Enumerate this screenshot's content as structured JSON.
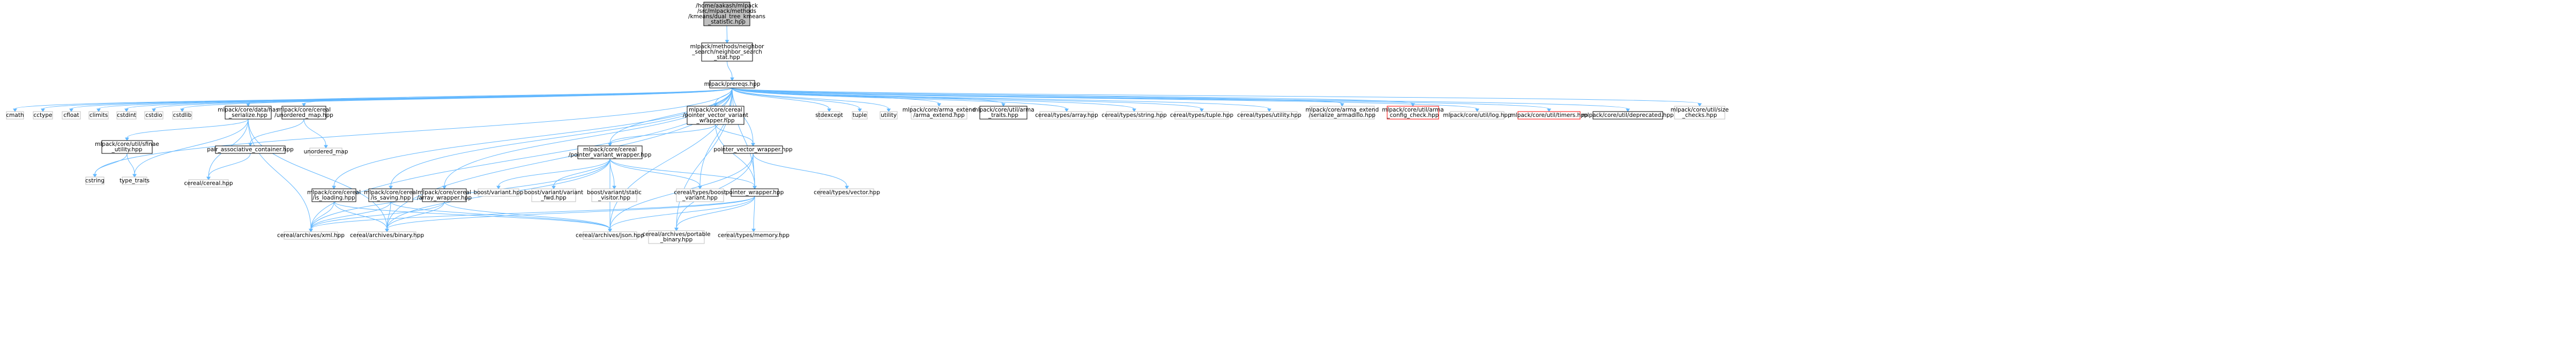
{
  "colors": {
    "root_fill": "#bfbfbf",
    "node_fill": "#ffffff",
    "border_documented": "#000000",
    "border_external": "#bfbfbf",
    "border_missing": "#ff0000",
    "edge": "#63b8ff"
  },
  "nodes": [
    {
      "id": "n_root",
      "lines": [
        "/home/aakash/mlpack",
        "/src/mlpack/methods",
        "/kmeans/dual_tree_kmeans",
        "_statistic.hpp"
      ],
      "style": "root"
    },
    {
      "id": "n_ns_stat",
      "lines": [
        "mlpack/methods/neighbor",
        "_search/neighbor_search",
        "_stat.hpp"
      ],
      "style": "documented"
    },
    {
      "id": "n_prereqs",
      "lines": [
        "mlpack/prereqs.hpp"
      ],
      "style": "documented"
    },
    {
      "id": "n_cmath",
      "lines": [
        "cmath"
      ],
      "style": "external"
    },
    {
      "id": "n_cctype",
      "lines": [
        "cctype"
      ],
      "style": "external"
    },
    {
      "id": "n_cfloat",
      "lines": [
        "cfloat"
      ],
      "style": "external"
    },
    {
      "id": "n_climits",
      "lines": [
        "climits"
      ],
      "style": "external"
    },
    {
      "id": "n_cstdint",
      "lines": [
        "cstdint"
      ],
      "style": "external"
    },
    {
      "id": "n_cstdio",
      "lines": [
        "cstdio"
      ],
      "style": "external"
    },
    {
      "id": "n_cstdlib",
      "lines": [
        "cstdlib"
      ],
      "style": "external"
    },
    {
      "id": "n_data_has_serialize",
      "lines": [
        "mlpack/core/data/has",
        "_serialize.hpp"
      ],
      "style": "documented"
    },
    {
      "id": "n_cereal_umap",
      "lines": [
        "mlpack/core/cereal",
        "/unordered_map.hpp"
      ],
      "style": "documented"
    },
    {
      "id": "n_ptr_vec_variant",
      "lines": [
        "mlpack/core/cereal",
        "/pointer_vector_variant",
        "_wrapper.hpp"
      ],
      "style": "documented"
    },
    {
      "id": "n_stdexcept",
      "lines": [
        "stdexcept"
      ],
      "style": "external"
    },
    {
      "id": "n_tuple",
      "lines": [
        "tuple"
      ],
      "style": "external"
    },
    {
      "id": "n_utility",
      "lines": [
        "utility"
      ],
      "style": "external"
    },
    {
      "id": "n_arma_extend",
      "lines": [
        "mlpack/core/arma_extend",
        "/arma_extend.hpp"
      ],
      "style": "external"
    },
    {
      "id": "n_arma_traits",
      "lines": [
        "mlpack/core/util/arma",
        "_traits.hpp"
      ],
      "style": "documented"
    },
    {
      "id": "n_ct_array",
      "lines": [
        "cereal/types/array.hpp"
      ],
      "style": "external"
    },
    {
      "id": "n_ct_string",
      "lines": [
        "cereal/types/string.hpp"
      ],
      "style": "external"
    },
    {
      "id": "n_ct_tuple",
      "lines": [
        "cereal/types/tuple.hpp"
      ],
      "style": "external"
    },
    {
      "id": "n_ct_utility",
      "lines": [
        "cereal/types/utility.hpp"
      ],
      "style": "external"
    },
    {
      "id": "n_serialize_armadillo",
      "lines": [
        "mlpack/core/arma_extend",
        "/serialize_armadillo.hpp"
      ],
      "style": "external"
    },
    {
      "id": "n_arma_config_check",
      "lines": [
        "mlpack/core/util/arma",
        "_config_check.hpp"
      ],
      "style": "missing"
    },
    {
      "id": "n_log",
      "lines": [
        "mlpack/core/util/log.hpp"
      ],
      "style": "external"
    },
    {
      "id": "n_timers",
      "lines": [
        "mlpack/core/util/timers.hpp"
      ],
      "style": "missing"
    },
    {
      "id": "n_deprecated",
      "lines": [
        "mlpack/core/util/deprecated.hpp"
      ],
      "style": "documented"
    },
    {
      "id": "n_size_checks",
      "lines": [
        "mlpack/core/util/size",
        "_checks.hpp"
      ],
      "style": "external"
    },
    {
      "id": "n_sfinae",
      "lines": [
        "mlpack/core/util/sfinae",
        "_utility.hpp"
      ],
      "style": "documented"
    },
    {
      "id": "n_pair_assoc",
      "lines": [
        "pair_associative_container.hpp"
      ],
      "style": "documented"
    },
    {
      "id": "n_unordered_map",
      "lines": [
        "unordered_map"
      ],
      "style": "external"
    },
    {
      "id": "n_ptr_variant",
      "lines": [
        "mlpack/core/cereal",
        "/pointer_variant_wrapper.hpp"
      ],
      "style": "documented"
    },
    {
      "id": "n_ptr_vec_wrapper",
      "lines": [
        "pointer_vector_wrapper.hpp"
      ],
      "style": "documented"
    },
    {
      "id": "n_cstring",
      "lines": [
        "cstring"
      ],
      "style": "external"
    },
    {
      "id": "n_type_traits",
      "lines": [
        "type_traits"
      ],
      "style": "external"
    },
    {
      "id": "n_cereal_hpp",
      "lines": [
        "cereal/cereal.hpp"
      ],
      "style": "external"
    },
    {
      "id": "n_is_loading",
      "lines": [
        "mlpack/core/cereal",
        "/is_loading.hpp"
      ],
      "style": "documented"
    },
    {
      "id": "n_is_saving",
      "lines": [
        "mlpack/core/cereal",
        "/is_saving.hpp"
      ],
      "style": "documented"
    },
    {
      "id": "n_array_wrapper",
      "lines": [
        "mlpack/core/cereal",
        "/array_wrapper.hpp"
      ],
      "style": "documented"
    },
    {
      "id": "n_boost_variant",
      "lines": [
        "boost/variant.hpp"
      ],
      "style": "external"
    },
    {
      "id": "n_boost_variant_fwd",
      "lines": [
        "boost/variant/variant",
        "_fwd.hpp"
      ],
      "style": "external"
    },
    {
      "id": "n_boost_static_visitor",
      "lines": [
        "boost/variant/static",
        "_visitor.hpp"
      ],
      "style": "external"
    },
    {
      "id": "n_ct_boost_variant",
      "lines": [
        "cereal/types/boost",
        "_variant.hpp"
      ],
      "style": "external"
    },
    {
      "id": "n_pointer_wrapper",
      "lines": [
        "pointer_wrapper.hpp"
      ],
      "style": "documented"
    },
    {
      "id": "n_ct_vector",
      "lines": [
        "cereal/types/vector.hpp"
      ],
      "style": "external"
    },
    {
      "id": "n_archive_xml",
      "lines": [
        "cereal/archives/xml.hpp"
      ],
      "style": "external"
    },
    {
      "id": "n_archive_binary",
      "lines": [
        "cereal/archives/binary.hpp"
      ],
      "style": "external"
    },
    {
      "id": "n_archive_json",
      "lines": [
        "cereal/archives/json.hpp"
      ],
      "style": "external"
    },
    {
      "id": "n_archive_portable",
      "lines": [
        "cereal/archives/portable",
        "_binary.hpp"
      ],
      "style": "external"
    },
    {
      "id": "n_ct_memory",
      "lines": [
        "cereal/types/memory.hpp"
      ],
      "style": "external"
    }
  ],
  "edges": [
    [
      "n_root",
      "n_ns_stat"
    ],
    [
      "n_ns_stat",
      "n_prereqs"
    ],
    [
      "n_prereqs",
      "n_cmath"
    ],
    [
      "n_prereqs",
      "n_cctype"
    ],
    [
      "n_prereqs",
      "n_cfloat"
    ],
    [
      "n_prereqs",
      "n_climits"
    ],
    [
      "n_prereqs",
      "n_cstdint"
    ],
    [
      "n_prereqs",
      "n_cstdio"
    ],
    [
      "n_prereqs",
      "n_cstdlib"
    ],
    [
      "n_prereqs",
      "n_data_has_serialize"
    ],
    [
      "n_prereqs",
      "n_cereal_umap"
    ],
    [
      "n_prereqs",
      "n_ptr_vec_variant"
    ],
    [
      "n_prereqs",
      "n_stdexcept"
    ],
    [
      "n_prereqs",
      "n_tuple"
    ],
    [
      "n_prereqs",
      "n_utility"
    ],
    [
      "n_prereqs",
      "n_arma_extend"
    ],
    [
      "n_prereqs",
      "n_arma_traits"
    ],
    [
      "n_prereqs",
      "n_ct_array"
    ],
    [
      "n_prereqs",
      "n_ct_string"
    ],
    [
      "n_prereqs",
      "n_ct_tuple"
    ],
    [
      "n_prereqs",
      "n_ct_utility"
    ],
    [
      "n_prereqs",
      "n_serialize_armadillo"
    ],
    [
      "n_prereqs",
      "n_arma_config_check"
    ],
    [
      "n_prereqs",
      "n_log"
    ],
    [
      "n_prereqs",
      "n_timers"
    ],
    [
      "n_prereqs",
      "n_deprecated"
    ],
    [
      "n_prereqs",
      "n_size_checks"
    ],
    [
      "n_prereqs",
      "n_cstring"
    ],
    [
      "n_prereqs",
      "n_ptr_variant"
    ],
    [
      "n_prereqs",
      "n_ptr_vec_wrapper"
    ],
    [
      "n_prereqs",
      "n_is_loading"
    ],
    [
      "n_prereqs",
      "n_is_saving"
    ],
    [
      "n_prereqs",
      "n_array_wrapper"
    ],
    [
      "n_prereqs",
      "n_pointer_wrapper"
    ],
    [
      "n_prereqs",
      "n_ct_boost_variant"
    ],
    [
      "n_prereqs",
      "n_archive_xml"
    ],
    [
      "n_prereqs",
      "n_archive_binary"
    ],
    [
      "n_prereqs",
      "n_archive_json"
    ],
    [
      "n_prereqs",
      "n_archive_portable"
    ],
    [
      "n_data_has_serialize",
      "n_sfinae"
    ],
    [
      "n_data_has_serialize",
      "n_type_traits"
    ],
    [
      "n_data_has_serialize",
      "n_cereal_hpp"
    ],
    [
      "n_data_has_serialize",
      "n_archive_xml"
    ],
    [
      "n_data_has_serialize",
      "n_archive_binary"
    ],
    [
      "n_sfinae",
      "n_cstring"
    ],
    [
      "n_sfinae",
      "n_type_traits"
    ],
    [
      "n_cereal_umap",
      "n_pair_assoc"
    ],
    [
      "n_cereal_umap",
      "n_unordered_map"
    ],
    [
      "n_pair_assoc",
      "n_cereal_hpp"
    ],
    [
      "n_ptr_vec_variant",
      "n_ptr_variant"
    ],
    [
      "n_ptr_vec_variant",
      "n_ptr_vec_wrapper"
    ],
    [
      "n_ptr_vec_variant",
      "n_pointer_wrapper"
    ],
    [
      "n_ptr_variant",
      "n_boost_variant"
    ],
    [
      "n_ptr_variant",
      "n_boost_variant_fwd"
    ],
    [
      "n_ptr_variant",
      "n_boost_static_visitor"
    ],
    [
      "n_ptr_variant",
      "n_ct_boost_variant"
    ],
    [
      "n_ptr_variant",
      "n_pointer_wrapper"
    ],
    [
      "n_ptr_variant",
      "n_archive_xml"
    ],
    [
      "n_ptr_variant",
      "n_archive_binary"
    ],
    [
      "n_ptr_variant",
      "n_archive_json"
    ],
    [
      "n_ptr_vec_wrapper",
      "n_pointer_wrapper"
    ],
    [
      "n_ptr_vec_wrapper",
      "n_ct_vector"
    ],
    [
      "n_ptr_vec_wrapper",
      "n_archive_portable"
    ],
    [
      "n_ptr_vec_wrapper",
      "n_archive_json"
    ],
    [
      "n_is_loading",
      "n_archive_xml"
    ],
    [
      "n_is_loading",
      "n_archive_binary"
    ],
    [
      "n_is_loading",
      "n_archive_json"
    ],
    [
      "n_is_saving",
      "n_archive_xml"
    ],
    [
      "n_is_saving",
      "n_archive_binary"
    ],
    [
      "n_is_saving",
      "n_archive_json"
    ],
    [
      "n_array_wrapper",
      "n_archive_xml"
    ],
    [
      "n_array_wrapper",
      "n_archive_binary"
    ],
    [
      "n_array_wrapper",
      "n_archive_json"
    ],
    [
      "n_pointer_wrapper",
      "n_archive_xml"
    ],
    [
      "n_pointer_wrapper",
      "n_archive_binary"
    ],
    [
      "n_pointer_wrapper",
      "n_archive_json"
    ],
    [
      "n_pointer_wrapper",
      "n_archive_portable"
    ],
    [
      "n_pointer_wrapper",
      "n_ct_memory"
    ]
  ]
}
